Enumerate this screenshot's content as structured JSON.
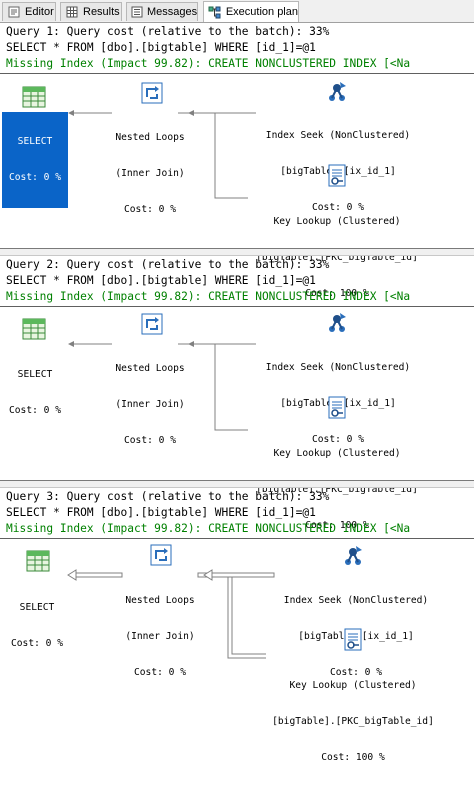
{
  "tabs": [
    {
      "label": "Editor",
      "icon": "editor-icon",
      "active": false
    },
    {
      "label": "Results",
      "icon": "grid-icon",
      "active": false
    },
    {
      "label": "Messages",
      "icon": "messages-icon",
      "active": false
    },
    {
      "label": "Execution plan",
      "icon": "execution-plan-icon",
      "active": true
    }
  ],
  "queries": [
    {
      "cost_line": "Query 1: Query cost (relative to the batch): 33%",
      "sql_line": "SELECT * FROM [dbo].[bigtable] WHERE [id_1]=@1",
      "missing_index_line": "Missing Index (Impact 99.82): CREATE NONCLUSTERED INDEX [<Na",
      "select": {
        "name": "SELECT",
        "cost": "Cost: 0 %",
        "selected": true
      },
      "nested_loops": {
        "name": "Nested Loops",
        "sub": "(Inner Join)",
        "cost": "Cost: 0 %"
      },
      "index_seek": {
        "name": "Index Seek (NonClustered)",
        "object": "[bigTable].[ix_id_1]",
        "cost": "Cost: 0 %"
      },
      "key_lookup": {
        "name": "Key Lookup (Clustered)",
        "object": "[bigTable].[PKC_bigTable_id]",
        "cost": "Cost: 100 %"
      }
    },
    {
      "cost_line": "Query 2: Query cost (relative to the batch): 33%",
      "sql_line": "SELECT * FROM [dbo].[bigtable] WHERE [id_1]=@1",
      "missing_index_line": "Missing Index (Impact 99.82): CREATE NONCLUSTERED INDEX [<Na",
      "select": {
        "name": "SELECT",
        "cost": "Cost: 0 %",
        "selected": false
      },
      "nested_loops": {
        "name": "Nested Loops",
        "sub": "(Inner Join)",
        "cost": "Cost: 0 %"
      },
      "index_seek": {
        "name": "Index Seek (NonClustered)",
        "object": "[bigTable].[ix_id_1]",
        "cost": "Cost: 0 %"
      },
      "key_lookup": {
        "name": "Key Lookup (Clustered)",
        "object": "[bigTable].[PKC_bigTable_id]",
        "cost": "Cost: 100 %"
      }
    },
    {
      "cost_line": "Query 3: Query cost (relative to the batch): 33%",
      "sql_line": "SELECT * FROM [dbo].[bigtable] WHERE [id_1]=@1",
      "missing_index_line": "Missing Index (Impact 99.82): CREATE NONCLUSTERED INDEX [<Na",
      "select": {
        "name": "SELECT",
        "cost": "Cost: 0 %",
        "selected": false
      },
      "nested_loops": {
        "name": "Nested Loops",
        "sub": "(Inner Join)",
        "cost": "Cost: 0 %"
      },
      "index_seek": {
        "name": "Index Seek (NonClustered)",
        "object": "[bigTable].[ix_id_1]",
        "cost": "Cost: 0 %"
      },
      "key_lookup": {
        "name": "Key Lookup (Clustered)",
        "object": "[bigTable].[PKC_bigTable_id]",
        "cost": "Cost: 100 %"
      }
    }
  ],
  "colors": {
    "missing_index": "#008000",
    "selection": "#0a64c8",
    "arrow": "#808080"
  }
}
